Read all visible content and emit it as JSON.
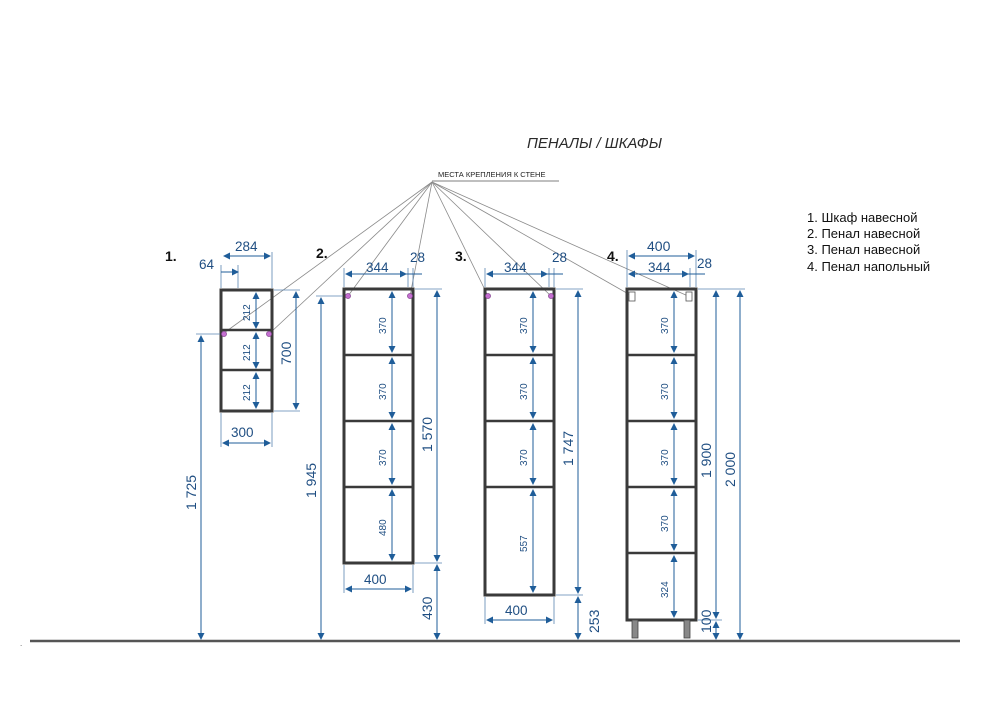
{
  "title": "ПЕНАЛЫ / ШКАФЫ",
  "mount_note": "МЕСТА КРЕПЛЕНИЯ К СТЕНЕ",
  "legend": [
    "1. Шкаф навесной",
    "2. Пенал навесной",
    "3. Пенал навесной",
    "4. Пенал напольный"
  ],
  "cabinets": [
    {
      "number": "1.",
      "top_dims": [
        "284",
        "64"
      ],
      "shelves": [
        "212",
        "212",
        "212"
      ],
      "height": "700",
      "width": "300",
      "floor_height": "1 725"
    },
    {
      "number": "2.",
      "top_dims": [
        "344",
        "28"
      ],
      "shelves": [
        "370",
        "370",
        "370",
        "480"
      ],
      "height": "1 570",
      "width": "400",
      "floor_height": "1 945",
      "bottom_gap": "430"
    },
    {
      "number": "3.",
      "top_dims": [
        "344",
        "28"
      ],
      "shelves": [
        "370",
        "370",
        "370",
        "557"
      ],
      "height": "1 747",
      "width": "400",
      "bottom_gap": "253"
    },
    {
      "number": "4.",
      "top_dims": [
        "400",
        "344",
        "28"
      ],
      "shelves": [
        "370",
        "370",
        "370",
        "370",
        "324"
      ],
      "height": "1 900",
      "total_height": "2 000",
      "leg_height": "100"
    }
  ]
}
